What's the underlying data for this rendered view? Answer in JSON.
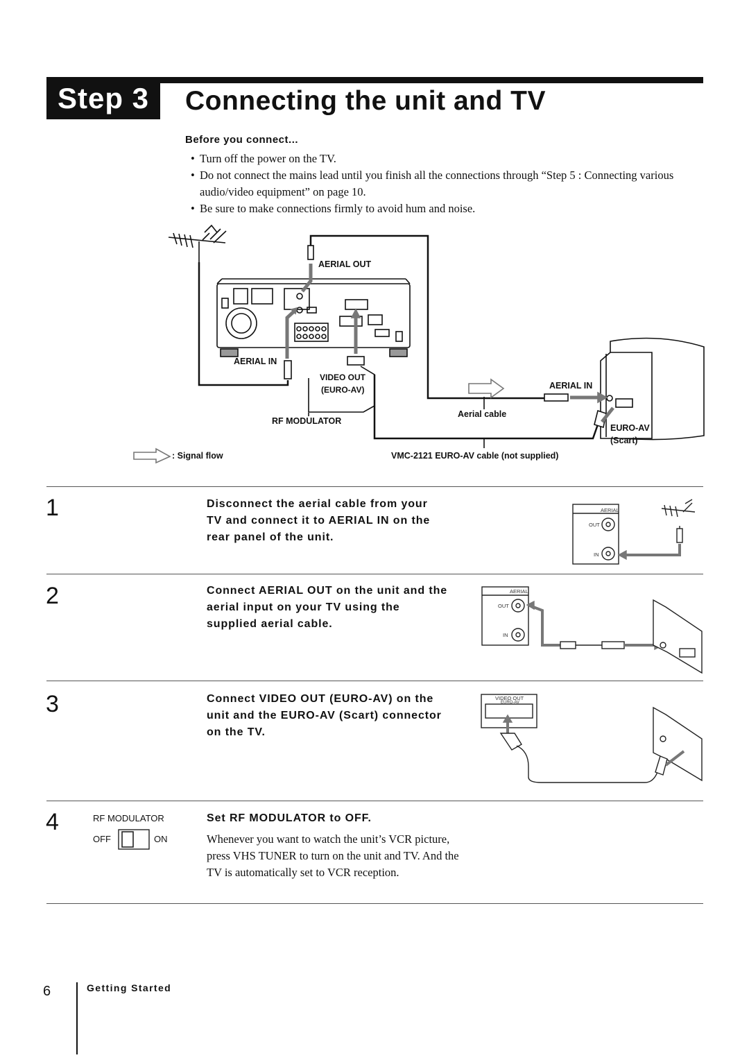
{
  "header": {
    "step_label": "Step 3",
    "title": "Connecting the unit and TV"
  },
  "before": {
    "heading": "Before you connect...",
    "bullets": [
      "Turn off the power on the TV.",
      "Do not connect the mains lead until you finish all the connections through “Step 5 : Connecting various audio/video equipment” on page 10.",
      "Be sure to make connections firmly to avoid hum and noise."
    ]
  },
  "diagram": {
    "aerial_out": "AERIAL OUT",
    "aerial_in_unit": "AERIAL IN",
    "video_out": "VIDEO OUT",
    "euro_av_paren": "(EURO-AV)",
    "rf_modulator": "RF MODULATOR",
    "aerial_in_tv": "AERIAL IN",
    "aerial_cable": "Aerial cable",
    "euro_av": "EURO-AV",
    "scart": "(Scart)",
    "signal_flow": ": Signal flow",
    "vmc_cable": "VMC-2121 EURO-AV cable (not supplied)"
  },
  "steps": [
    {
      "num": "1",
      "lines": [
        "Disconnect the aerial cable from your",
        "TV and connect it to AERIAL IN on the",
        "rear panel of the unit."
      ]
    },
    {
      "num": "2",
      "lines": [
        "Connect AERIAL OUT on the unit and the",
        "aerial input on your TV using the",
        "supplied aerial cable."
      ]
    },
    {
      "num": "3",
      "lines": [
        "Connect VIDEO OUT (EURO-AV) on the",
        "unit and the EURO-AV (Scart) connector",
        "on the TV."
      ]
    },
    {
      "num": "4",
      "lines": [
        "Set RF MODULATOR to OFF."
      ]
    }
  ],
  "mini": {
    "aerial": "AERIAL",
    "out": "OUT",
    "in": "IN",
    "video_out": "VIDEO OUT",
    "euro_av": "EURO-AV"
  },
  "step4": {
    "switch_label": "RF MODULATOR",
    "off": "OFF",
    "on": "ON",
    "body": "Whenever you want to watch the unit’s VCR picture, press VHS TUNER to turn on the unit and TV.  And the TV is automatically set to VCR reception."
  },
  "footer": {
    "page_number": "6",
    "section": "Getting Started"
  }
}
